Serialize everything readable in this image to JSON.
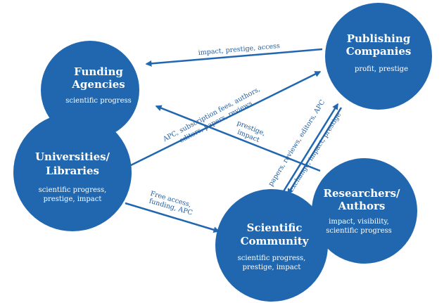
{
  "colors": {
    "node_fill": "#2067b0",
    "arrow": "#2067b0",
    "edge_text": "#1f5c9e",
    "node_text": "#ffffff"
  },
  "nodes": {
    "publishing": {
      "title": [
        "Publishing",
        "Companies"
      ],
      "desc": [
        "profit, prestige"
      ]
    },
    "funding": {
      "title": [
        "Funding",
        "Agencies"
      ],
      "desc": [
        "scientific progress"
      ]
    },
    "universities": {
      "title": [
        "Universities/",
        "Libraries"
      ],
      "desc": [
        "scientific progress,",
        "prestige, impact"
      ]
    },
    "researchers": {
      "title": [
        "Researchers/",
        "Authors"
      ],
      "desc": [
        "impact, visibility,",
        "scientific progress"
      ]
    },
    "community": {
      "title": [
        "Scientific",
        "Community"
      ],
      "desc": [
        "scientific progress,",
        "prestige, impact"
      ]
    }
  },
  "edges": {
    "publishing_to_funding": {
      "from": "Publishing Companies",
      "to": "Funding Agencies",
      "label": [
        "impact, prestige, access"
      ]
    },
    "universities_to_publishing": {
      "from": "Universities/Libraries",
      "to": "Publishing Companies",
      "label": [
        "APC, subscription fees, authors,",
        "editors, papers, reviews"
      ]
    },
    "researchers_to_funding": {
      "from": "Researchers/Authors",
      "to": "Funding Agencies",
      "label": [
        "prestige,",
        "impact"
      ]
    },
    "universities_to_community": {
      "from": "Universities/Libraries",
      "to": "Scientific Community",
      "label": [
        "Free access,",
        "funding, APC"
      ]
    },
    "community_to_publishing": {
      "from": "Scientific Community",
      "to": "Publishing Companies",
      "label": [
        "papers, reviews, editors, APC"
      ]
    },
    "publishing_to_community": {
      "from": "Publishing Companies",
      "to": "Scientific Community",
      "label": [
        "exchange, impact, prestige"
      ]
    }
  }
}
